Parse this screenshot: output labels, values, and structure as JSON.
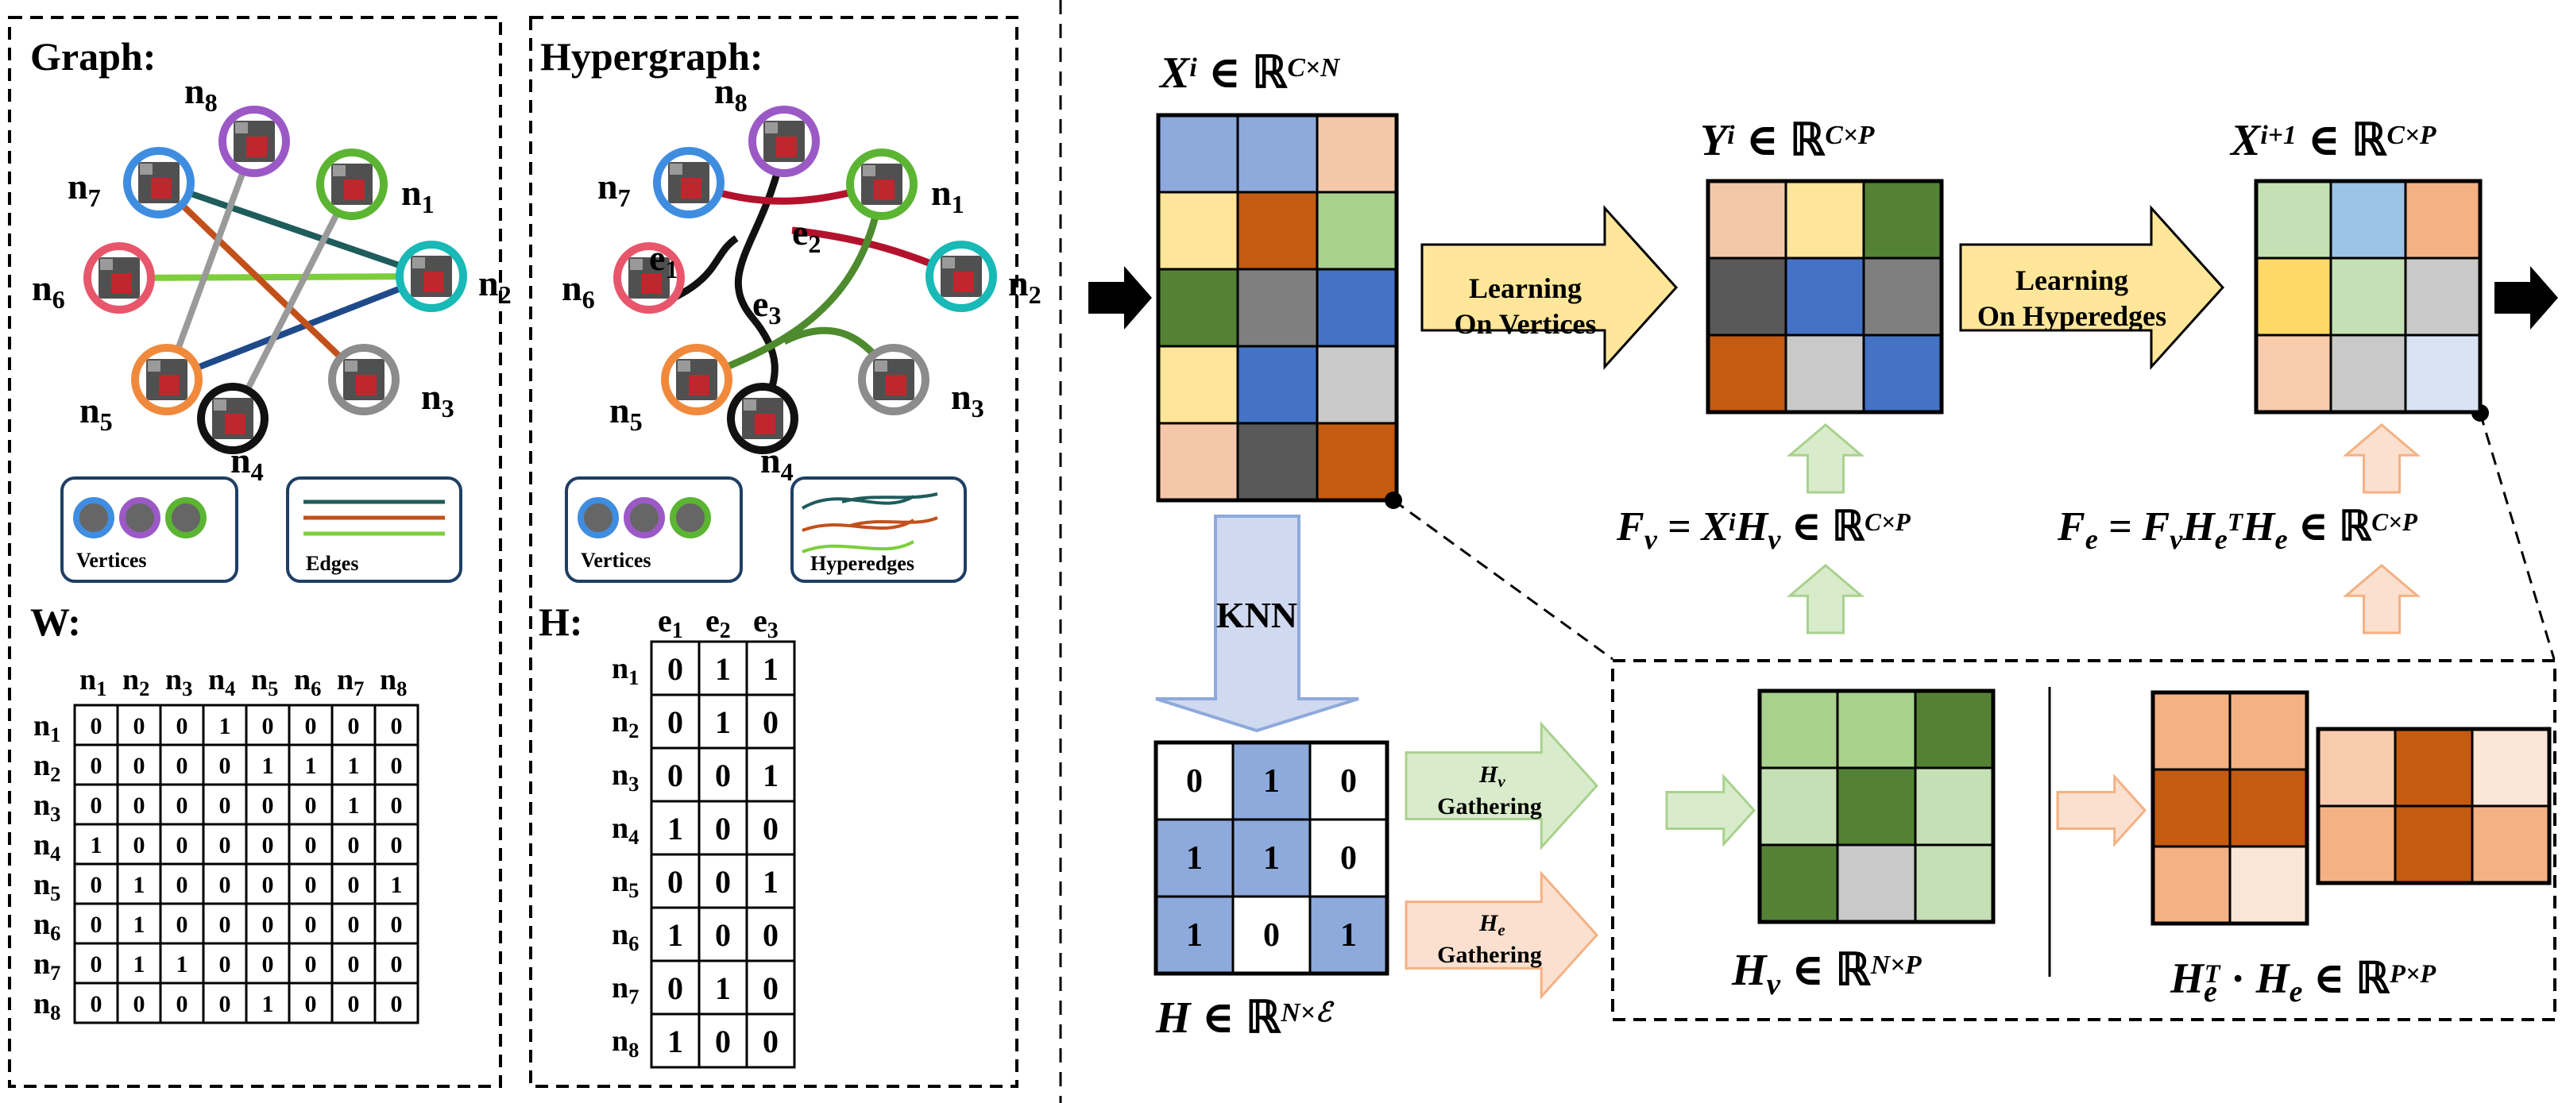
{
  "graph_panel": {
    "title": "Graph:",
    "nodes": [
      {
        "id": "n1",
        "label": "n",
        "sub": "1",
        "color": "#5bb532"
      },
      {
        "id": "n2",
        "label": "n",
        "sub": "2",
        "color": "#18b9b6"
      },
      {
        "id": "n3",
        "label": "n",
        "sub": "3",
        "color": "#8c8c8c"
      },
      {
        "id": "n4",
        "label": "n",
        "sub": "4",
        "color": "#111111"
      },
      {
        "id": "n5",
        "label": "n",
        "sub": "5",
        "color": "#f0893c"
      },
      {
        "id": "n6",
        "label": "n",
        "sub": "6",
        "color": "#e8566b"
      },
      {
        "id": "n7",
        "label": "n",
        "sub": "7",
        "color": "#3f8de0"
      },
      {
        "id": "n8",
        "label": "n",
        "sub": "8",
        "color": "#9b59c6"
      }
    ],
    "legend_vertices": "Vertices",
    "legend_edges": "Edges",
    "edge_colors": [
      "#1f5c5c",
      "#c2501b",
      "#7ccf3a",
      "#1f4a8a",
      "#9a9a9a"
    ],
    "matrix_title": "W:",
    "matrix_cols": [
      "1",
      "2",
      "3",
      "4",
      "5",
      "6",
      "7",
      "8"
    ],
    "matrix_rows": [
      {
        "sub": "1",
        "values": [
          "0",
          "0",
          "0",
          "1",
          "0",
          "0",
          "0",
          "0"
        ]
      },
      {
        "sub": "2",
        "values": [
          "0",
          "0",
          "0",
          "0",
          "1",
          "1",
          "1",
          "0"
        ]
      },
      {
        "sub": "3",
        "values": [
          "0",
          "0",
          "0",
          "0",
          "0",
          "0",
          "1",
          "0"
        ]
      },
      {
        "sub": "4",
        "values": [
          "1",
          "0",
          "0",
          "0",
          "0",
          "0",
          "0",
          "0"
        ]
      },
      {
        "sub": "5",
        "values": [
          "0",
          "1",
          "0",
          "0",
          "0",
          "0",
          "0",
          "1"
        ]
      },
      {
        "sub": "6",
        "values": [
          "0",
          "1",
          "0",
          "0",
          "0",
          "0",
          "0",
          "0"
        ]
      },
      {
        "sub": "7",
        "values": [
          "0",
          "1",
          "1",
          "0",
          "0",
          "0",
          "0",
          "0"
        ]
      },
      {
        "sub": "8",
        "values": [
          "0",
          "0",
          "0",
          "0",
          "1",
          "0",
          "0",
          "0"
        ]
      }
    ]
  },
  "hypergraph_panel": {
    "title": "Hypergraph:",
    "edge_labels": [
      {
        "label": "e",
        "sub": "1"
      },
      {
        "label": "e",
        "sub": "2"
      },
      {
        "label": "e",
        "sub": "3"
      }
    ],
    "legend_vertices": "Vertices",
    "legend_hyperedges": "Hyperedges",
    "matrix_title": "H:",
    "matrix_cols": [
      "1",
      "2",
      "3"
    ],
    "matrix_rows": [
      {
        "sub": "1",
        "values": [
          "0",
          "1",
          "1"
        ]
      },
      {
        "sub": "2",
        "values": [
          "0",
          "1",
          "0"
        ]
      },
      {
        "sub": "3",
        "values": [
          "0",
          "0",
          "1"
        ]
      },
      {
        "sub": "4",
        "values": [
          "1",
          "0",
          "0"
        ]
      },
      {
        "sub": "5",
        "values": [
          "0",
          "0",
          "1"
        ]
      },
      {
        "sub": "6",
        "values": [
          "1",
          "0",
          "0"
        ]
      },
      {
        "sub": "7",
        "values": [
          "0",
          "1",
          "0"
        ]
      },
      {
        "sub": "8",
        "values": [
          "1",
          "0",
          "0"
        ]
      }
    ]
  },
  "pipeline": {
    "xi_label": "X",
    "xi_sup": "i",
    "xi_space": "C×N",
    "xi_colors": [
      [
        "#8ea9db",
        "#8ea9db",
        "#f4c7ab"
      ],
      [
        "#ffe599",
        "#c55a11",
        "#a9d18e"
      ],
      [
        "#548235",
        "#7f7f7f",
        "#4472c4"
      ],
      [
        "#ffe599",
        "#4472c4",
        "#c9c9c9"
      ],
      [
        "#f4c7ab",
        "#595959",
        "#c55a11"
      ]
    ],
    "yi_label": "Y",
    "yi_sup": "i",
    "yi_space": "C×P",
    "yi_colors": [
      [
        "#f4c7ab",
        "#ffe599",
        "#548235"
      ],
      [
        "#595959",
        "#4472c4",
        "#7f7f7f"
      ],
      [
        "#c55a11",
        "#c9c9c9",
        "#4472c4"
      ]
    ],
    "xnext_label": "X",
    "xnext_sup": "i+1",
    "xnext_space": "C×P",
    "xnext_colors": [
      [
        "#c5e0b4",
        "#9dc3e6",
        "#f4b183"
      ],
      [
        "#ffd966",
        "#c5e0b4",
        "#c9c9c9"
      ],
      [
        "#f8cbad",
        "#c9c9c9",
        "#dae3f3"
      ]
    ],
    "arrow_vertices_line1": "Learning",
    "arrow_vertices_line2": "On Vertices",
    "arrow_hyperedges_line1": "Learning",
    "arrow_hyperedges_line2": "On Hyperedges",
    "knn_label": "KNN",
    "h_matrix": [
      [
        "0",
        "1",
        "0"
      ],
      [
        "1",
        "1",
        "0"
      ],
      [
        "1",
        "0",
        "1"
      ]
    ],
    "h_label": "H",
    "h_space": "N×ℰ",
    "hv_gather_sym": "H",
    "hv_gather_sub": "v",
    "hv_gather_text": "Gathering",
    "he_gather_sym": "H",
    "he_gather_sub": "e",
    "he_gather_text": "Gathering",
    "fv_formula_lhs": "F",
    "fv_formula_sub": "v",
    "fv_formula_rhs": "= X",
    "fv_formula_sup": "i",
    "fv_formula_h": "H",
    "fv_formula_hsub": "v",
    "fv_formula_space": "C×P",
    "fe_formula_lhs": "F",
    "fe_formula_sub": "e",
    "fe_formula_eq": "= F",
    "fe_formula_fsub": "v",
    "fe_formula_h": "H",
    "fe_formula_hsub": "e",
    "fe_formula_sup": "T",
    "fe_formula_h2": "H",
    "fe_formula_h2sub": "e",
    "fe_formula_space": "C×P",
    "hv_colors": [
      [
        "#a9d18e",
        "#a9d18e",
        "#548235"
      ],
      [
        "#c5e0b4",
        "#548235",
        "#c5e0b4"
      ],
      [
        "#548235",
        "#c9c9c9",
        "#c5e0b4"
      ]
    ],
    "hv_label": "H",
    "hv_sub": "v",
    "hv_space": "N×P",
    "het_colors": [
      [
        "#f4b183",
        "#f4b183"
      ],
      [
        "#c55a11",
        "#c55a11"
      ],
      [
        "#f4b183",
        "#fbe5d6"
      ]
    ],
    "he_colors": [
      [
        "#f8cbad",
        "#c55a11",
        "#fbe5d6"
      ],
      [
        "#f4b183",
        "#c55a11",
        "#f4b183"
      ]
    ],
    "hthe_label": "H",
    "hthe_sub": "e",
    "hthe_sup": "T",
    "hthe_dot": "·",
    "hthe_label2": "H",
    "hthe_sub2": "e",
    "hthe_space": "P×P",
    "real_symbol": "ℝ",
    "element_of": "∈"
  }
}
